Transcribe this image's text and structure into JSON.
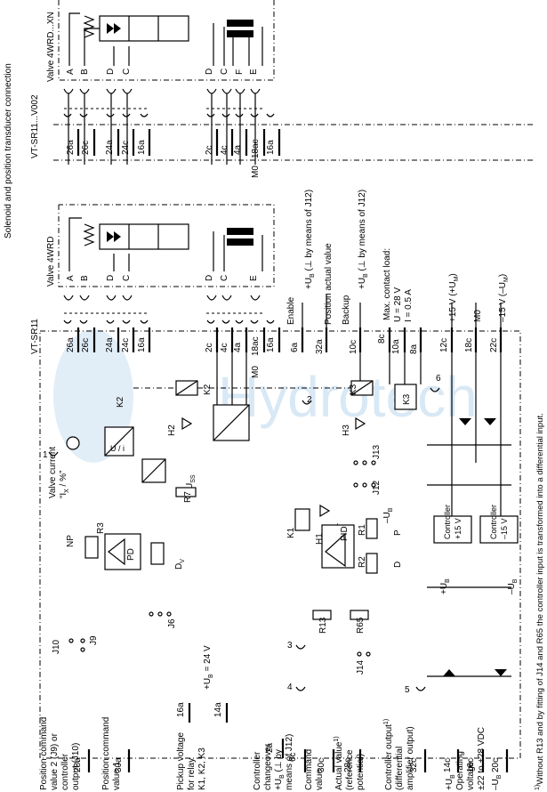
{
  "labels": {
    "top_title": "Solenoid and position transducer connection",
    "vt_v002": "VT-SR11...V002",
    "valve_xn": "Valve 4WRD...XN",
    "valve_4wrd": "Valve 4WRD",
    "vt_sr11": "VT-SR11",
    "conn_top": [
      "A",
      "B",
      "D",
      "C",
      "D",
      "C",
      "F",
      "E"
    ],
    "conn_mid": [
      "A",
      "B",
      "D",
      "C",
      "D",
      "C",
      "E"
    ],
    "pins_top": [
      "26a",
      "26c",
      "24a",
      "24c",
      "16a",
      "2c",
      "4c",
      "4a",
      "18ac",
      "16a"
    ],
    "m0": "M0",
    "pins_mid": [
      "26a",
      "26c",
      "24a",
      "24c",
      "16a",
      "2c",
      "4c",
      "4a",
      "18ac",
      "16a"
    ],
    "enable": "Enable",
    "enable_ub": "+U",
    "enable_ub_note": "(⊥ by means of J12)",
    "pin_6a": "6a",
    "pos_actual": "Position actual value",
    "pin_32a": "32a",
    "backup": "Backup",
    "pin_10c": "10c",
    "max_contact": "Max. contact load:",
    "u_28": "U = 28 V",
    "i_05": "I = 0.5 A",
    "pin_8c": "8c",
    "pin_10a": "10a",
    "pin_8a": "8a",
    "pin_12c": "12c",
    "pin_18c": "18c",
    "pin_22c": "22c",
    "plus15": "+15 V (+U",
    "m0b": "M0",
    "minus15": "–15 V (–U",
    "k2": "K2",
    "k3": "K3",
    "h2": "H2",
    "h3": "H3",
    "j13": "J13",
    "j12": "J12",
    "minus_ub": "–U",
    "k1": "K1",
    "h1": "H1",
    "valve_current": "Valve current",
    "ix": "“I",
    "ix2": " / %”",
    "u_i": "U / i",
    "uss": "U",
    "r7": "R7",
    "np": "NP",
    "r3": "R3",
    "pd": "PD",
    "dv": "D",
    "j6": "J6",
    "j10": "J10",
    "j9": "J9",
    "pid": "PID",
    "r1": "R1",
    "r2": "R2",
    "p": "P",
    "d": "D",
    "r13": "R13",
    "r65": "R65",
    "j14": "J14",
    "ctrl_p15": "Controller +15 V",
    "ctrl_m15": "Controller –15 V",
    "n1": "1",
    "n2": "2",
    "n3": "3",
    "n4": "4",
    "n5": "5",
    "n6": "6",
    "pin_28a": "28a",
    "pin_30a": "30a",
    "pin_16a_b": "16a",
    "pin_14a": "14a",
    "ub24": "+U",
    "ub24b": " = 24 V",
    "pin_2a": "2a",
    "pin_6c": "6c",
    "pin_30c": "30c",
    "pin_28c": "28c",
    "pin_32c": "32c",
    "pin_14c": "14c",
    "pin_16c": "16c",
    "pin_20c": "20c",
    "ub_plus": "+U",
    "ub_minus": "–U",
    "bl1a": "Position command",
    "bl1b": "value 2 (J9) or",
    "bl1c": "controller",
    "bl1d": "output (J10)",
    "bl2a": "Position command",
    "bl2b": "value 1",
    "bl3a": "Pickup voltage",
    "bl3b": "for relay",
    "bl3c": "K1, K2, K3",
    "bl4a": "Controller",
    "bl4b": "changeover",
    "bl4c": "+U",
    "bl4d": "means of J12)",
    "bl5a": "Command",
    "bl5b": "value",
    "bl6a": "Actual value",
    "bl6b": "(reference",
    "bl6c": "potential)",
    "bl7a": "Controller output",
    "bl7b": "(differential",
    "bl7c": "amplifier output)",
    "bl8a": "+U",
    "bl8b": "Operating",
    "bl8c": "voltage",
    "bl8d": "±22 to ±28 VDC",
    "bl8e": "–U",
    "footnote": "Without R13 and by fitting of J14 and R65 the controller input is transformed into a differential input.",
    "watermark": "Hydrotech"
  }
}
